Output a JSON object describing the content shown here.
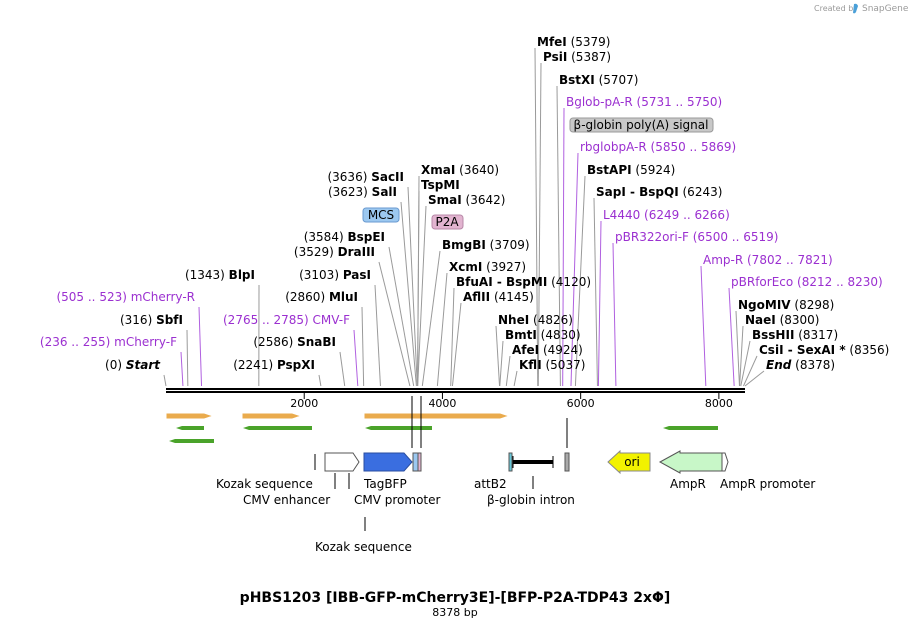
{
  "credit": {
    "created_by": "Created by",
    "brand": "SnapGene"
  },
  "title": "pHBS1203 [IBB-GFP-mCherry3E]-[BFP-P2A-TDP43 2xΦ]",
  "size_label": "8378 bp",
  "total_bp": 8378,
  "axis_ticks": [
    "2000",
    "4000",
    "6000",
    "8000"
  ],
  "colors": {
    "primer": "#9b30d0",
    "tagbfp": "#3a6ee0",
    "ori": "#f2f200",
    "ampr": "#c8f7c8",
    "mcs": "#9cc8f0",
    "p2a": "#e2b4d0",
    "polya": "#c8c8c8",
    "primer_arrow_orange": "#e8a23a",
    "primer_arrow_green": "#4aa32a"
  },
  "left_labels": [
    {
      "name": "Start",
      "pos_text": "(0)",
      "bp": 0,
      "kind": "end"
    },
    {
      "name": "mCherry-F",
      "pos_text": "(236 .. 255)",
      "bp": 245,
      "kind": "primer"
    },
    {
      "name": "SbfI",
      "pos_text": "(316)",
      "bp": 316,
      "kind": "enzyme"
    },
    {
      "name": "mCherry-R",
      "pos_text": "(505 .. 523)",
      "bp": 514,
      "kind": "primer"
    },
    {
      "name": "BlpI",
      "pos_text": "(1343)",
      "bp": 1343,
      "kind": "enzyme"
    },
    {
      "name": "PspXI",
      "pos_text": "(2241)",
      "bp": 2241,
      "kind": "enzyme"
    },
    {
      "name": "SnaBI",
      "pos_text": "(2586)",
      "bp": 2586,
      "kind": "enzyme"
    },
    {
      "name": "CMV-F",
      "pos_text": "(2765 .. 2785)",
      "bp": 2775,
      "kind": "primer"
    },
    {
      "name": "MluI",
      "pos_text": "(2860)",
      "bp": 2860,
      "kind": "enzyme"
    },
    {
      "name": "PasI",
      "pos_text": "(3103)",
      "bp": 3103,
      "kind": "enzyme"
    },
    {
      "name": "DraIII",
      "pos_text": "(3529)",
      "bp": 3529,
      "kind": "enzyme"
    },
    {
      "name": "BspEI",
      "pos_text": "(3584)",
      "bp": 3584,
      "kind": "enzyme"
    },
    {
      "name": "SalI",
      "pos_text": "(3623)",
      "bp": 3623,
      "kind": "enzyme"
    },
    {
      "name": "SacII",
      "pos_text": "(3636)",
      "bp": 3636,
      "kind": "enzyme"
    }
  ],
  "right_labels": [
    {
      "name": "MfeI",
      "pos_text": "(5379)",
      "bp": 5379,
      "kind": "enzyme"
    },
    {
      "name": "PsiI",
      "pos_text": "(5387)",
      "bp": 5387,
      "kind": "enzyme"
    },
    {
      "name": "BstXI",
      "pos_text": "(5707)",
      "bp": 5707,
      "kind": "enzyme"
    },
    {
      "name": "Bglob-pA-R",
      "pos_text": "(5731 .. 5750)",
      "bp": 5740,
      "kind": "primer"
    },
    {
      "name": "rbglobpA-R",
      "pos_text": "(5850 .. 5869)",
      "bp": 5860,
      "kind": "primer"
    },
    {
      "name": "BstAPI",
      "pos_text": "(5924)",
      "bp": 5924,
      "kind": "enzyme"
    },
    {
      "name": "SapI - BspQI",
      "pos_text": "(6243)",
      "bp": 6243,
      "kind": "enzyme"
    },
    {
      "name": "L4440",
      "pos_text": "(6249 .. 6266)",
      "bp": 6257,
      "kind": "primer"
    },
    {
      "name": "pBR322ori-F",
      "pos_text": "(6500 .. 6519)",
      "bp": 6510,
      "kind": "primer"
    },
    {
      "name": "Amp-R",
      "pos_text": "(7802 .. 7821)",
      "bp": 7811,
      "kind": "primer"
    },
    {
      "name": "pBRforEco",
      "pos_text": "(8212 .. 8230)",
      "bp": 8221,
      "kind": "primer"
    },
    {
      "name": "NgoMIV",
      "pos_text": "(8298)",
      "bp": 8298,
      "kind": "enzyme"
    },
    {
      "name": "NaeI",
      "pos_text": "(8300)",
      "bp": 8300,
      "kind": "enzyme"
    },
    {
      "name": "BssHII",
      "pos_text": "(8317)",
      "bp": 8317,
      "kind": "enzyme"
    },
    {
      "name": "CsiI - SexAI *",
      "pos_text": "(8356)",
      "bp": 8356,
      "kind": "enzyme"
    },
    {
      "name": "End",
      "pos_text": "(8378)",
      "bp": 8378,
      "kind": "end"
    }
  ],
  "middle_labels": [
    {
      "name": "XmaI",
      "pos_text": "(3640)",
      "bp": 3640,
      "kind": "enzyme"
    },
    {
      "name": "TspMI",
      "pos_text": "",
      "bp": 3640,
      "kind": "enzyme"
    },
    {
      "name": "SmaI",
      "pos_text": "(3642)",
      "bp": 3642,
      "kind": "enzyme"
    },
    {
      "name": "BmgBI",
      "pos_text": "(3709)",
      "bp": 3709,
      "kind": "enzyme"
    },
    {
      "name": "XcmI",
      "pos_text": "(3927)",
      "bp": 3927,
      "kind": "enzyme"
    },
    {
      "name": "BfuAI - BspMI",
      "pos_text": "(4120)",
      "bp": 4120,
      "kind": "enzyme"
    },
    {
      "name": "AflII",
      "pos_text": "(4145)",
      "bp": 4145,
      "kind": "enzyme"
    },
    {
      "name": "NheI",
      "pos_text": "(4826)",
      "bp": 4826,
      "kind": "enzyme"
    },
    {
      "name": "BmtI",
      "pos_text": "(4830)",
      "bp": 4830,
      "kind": "enzyme"
    },
    {
      "name": "AfeI",
      "pos_text": "(4924)",
      "bp": 4924,
      "kind": "enzyme"
    },
    {
      "name": "KflI",
      "pos_text": "(5037)",
      "bp": 5037,
      "kind": "enzyme"
    }
  ],
  "feature_tags": [
    {
      "name": "MCS",
      "bp": 3620
    },
    {
      "name": "P2A",
      "bp": 3760
    },
    {
      "name": "β-globin poly(A) signal",
      "bp": 5800
    }
  ],
  "features": [
    {
      "name": "Kozak sequence",
      "bp": 2200
    },
    {
      "name": "CMV enhancer",
      "bp": 2600
    },
    {
      "name": "TagBFP",
      "bp": 3450
    },
    {
      "name": "CMV promoter",
      "bp": 3250
    },
    {
      "name": "attB2",
      "bp": 4870
    },
    {
      "name": "β-globin intron",
      "bp": 5240
    },
    {
      "name": "ori",
      "bp": 6800
    },
    {
      "name": "AmpR",
      "bp": 7700
    },
    {
      "name": "AmpR promoter",
      "bp": 8300
    },
    {
      "name": "Kozak sequence",
      "bp": 3600
    }
  ]
}
